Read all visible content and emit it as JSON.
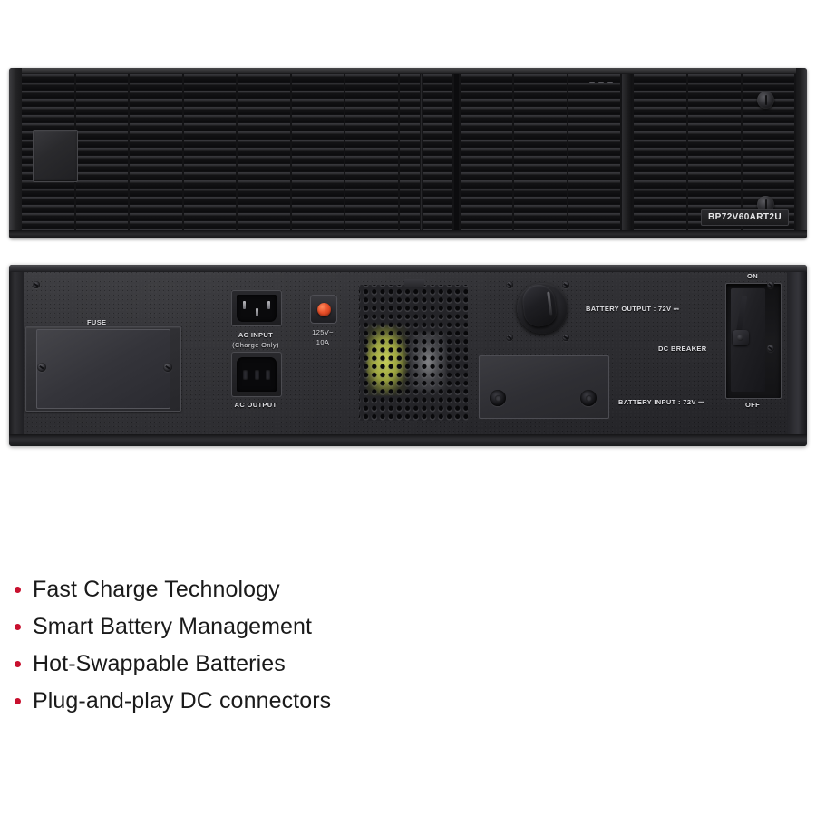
{
  "product": {
    "front_panel": {
      "model_badge": "BP72V60ART2U",
      "thumbscrew_count": 2
    },
    "rear_panel": {
      "labels": {
        "fuse": "FUSE",
        "ac_input_line1": "AC INPUT",
        "ac_input_line2": "(Charge Only)",
        "breaker_line1": "125V~",
        "breaker_line2": "10A",
        "ac_output": "AC OUTPUT",
        "battery_output": "BATTERY OUTPUT : 72V ⎓",
        "battery_input": "BATTERY INPUT : 72V ⎓",
        "dc_breaker": "DC BREAKER",
        "breaker_on": "ON",
        "breaker_off": "OFF"
      }
    }
  },
  "features": {
    "bullet_color": "#c8102e",
    "items": [
      "Fast Charge Technology",
      "Smart Battery Management",
      "Hot-Swappable Batteries",
      "Plug-and-play DC connectors"
    ]
  },
  "colors": {
    "background": "#ffffff",
    "chassis_dark": "#232326",
    "label_text": "#dedee2",
    "feature_text": "#1a1a1a",
    "breaker_button": "#e8502a",
    "vent_glow": "#c8cf5a"
  }
}
